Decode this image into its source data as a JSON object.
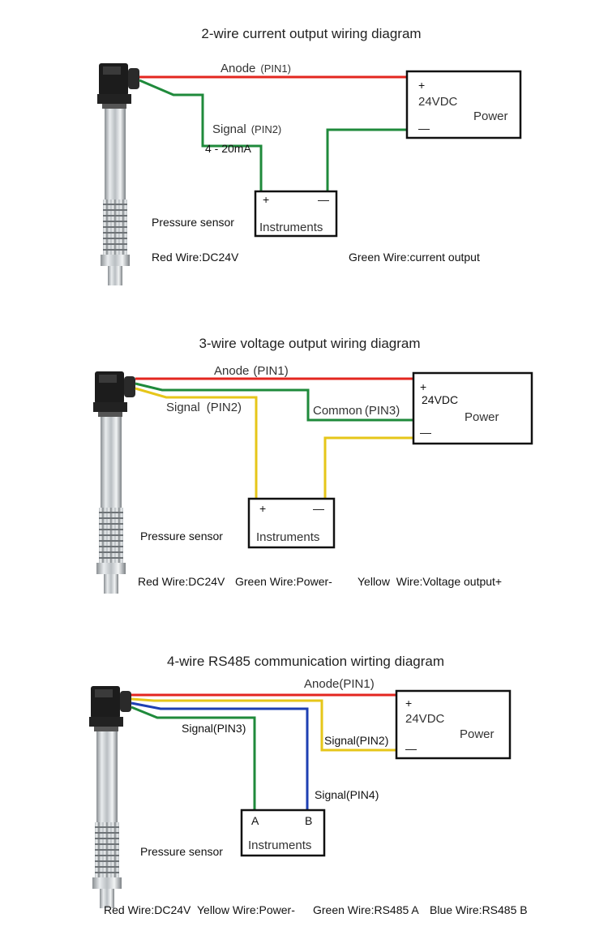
{
  "colors": {
    "red": "#e3261f",
    "green": "#1f8a3b",
    "yellow": "#e6c619",
    "blue": "#1e3fb3"
  },
  "diagrams": [
    {
      "title": "2-wire current output wiring diagram",
      "anode_label": "Anode",
      "anode_pin": "(PIN1)",
      "signal_label": "Signal",
      "signal_pin": "(PIN2)",
      "current_range": "4 - 20mA",
      "power": {
        "plus": "+",
        "voltage": "24VDC",
        "label": "Power",
        "minus": "—"
      },
      "instrument": {
        "left": "+",
        "right": "—",
        "label": "Instruments"
      },
      "sensor_label": "Pressure sensor",
      "legend": [
        "Red Wire:DC24V",
        "Green Wire:current output"
      ]
    },
    {
      "title": "3-wire voltage output wiring diagram",
      "anode_label": "Anode",
      "anode_pin": "(PIN1)",
      "signal_label": "Signal",
      "signal_pin": "(PIN2)",
      "common_label": "Common",
      "common_pin": "(PIN3)",
      "power": {
        "plus": "+",
        "voltage": "24VDC",
        "label": "Power",
        "minus": "—"
      },
      "instrument": {
        "left": "+",
        "right": "—",
        "label": "Instruments"
      },
      "sensor_label": "Pressure sensor",
      "legend": [
        "Red Wire:DC24V",
        "Green Wire:Power-",
        "Yellow  Wire:Voltage output+"
      ]
    },
    {
      "title": "4-wire RS485 communication wirting diagram",
      "anode": "Anode(PIN1)",
      "signal3": "Signal(PIN3)",
      "signal2": "Signal(PIN2)",
      "signal4": "Signal(PIN4)",
      "power": {
        "plus": "+",
        "voltage": "24VDC",
        "label": "Power",
        "minus": "—"
      },
      "instrument": {
        "left": "A",
        "right": "B",
        "label": "Instruments"
      },
      "sensor_label": "Pressure sensor",
      "legend": [
        "Red Wire:DC24V",
        "Yellow Wire:Power-",
        "Green Wire:RS485 A",
        "Blue Wire:RS485 B"
      ]
    }
  ]
}
